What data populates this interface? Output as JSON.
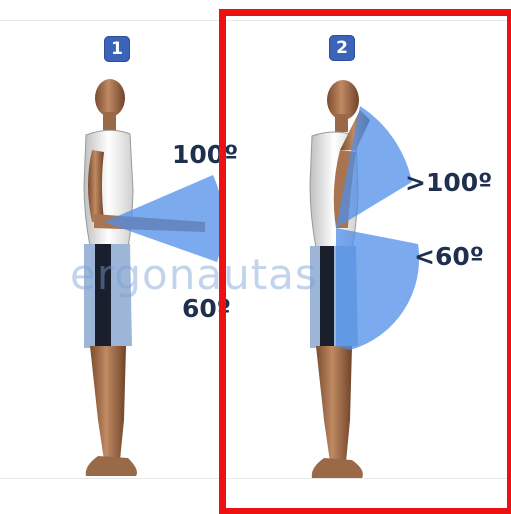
{
  "figures": [
    {
      "badge": "1",
      "labels": {
        "upper": "100º",
        "lower": "60º"
      }
    },
    {
      "badge": "2",
      "labels": {
        "upper": ">100º",
        "lower": "<60º"
      }
    }
  ],
  "watermark": "ergonautas",
  "colors": {
    "badge": "#3b63b8",
    "sector": "#4f8fe8",
    "label": "#1f2f4e",
    "highlight_frame": "#ee1111",
    "skin": "#b07a55",
    "shirt": "#f2f2f2",
    "shorts_light": "#9db6d8",
    "shorts_dark": "#1a1f2e"
  }
}
